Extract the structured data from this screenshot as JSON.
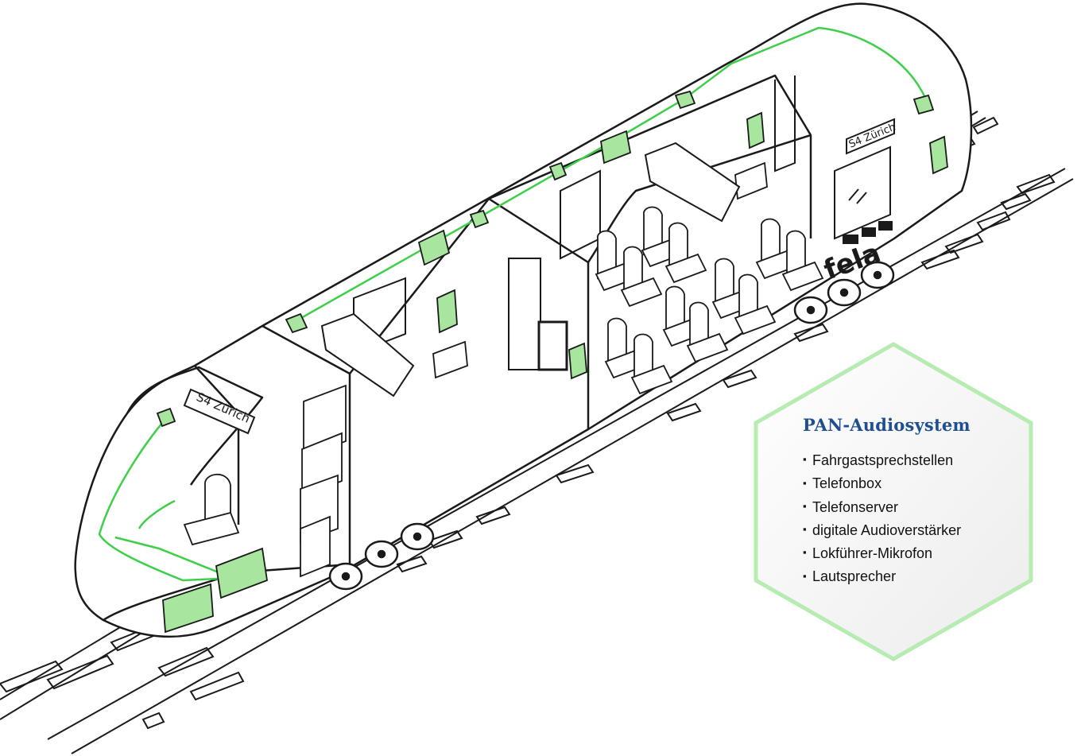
{
  "train": {
    "destination_front": "S4 Zürich",
    "destination_side": "S4 Zürich",
    "logo_text": "fela"
  },
  "info_box": {
    "title": "PAN-Audiosystem",
    "items": [
      "Fahrgastsprechstellen",
      "Telefonbox",
      "Telefonserver",
      "digitale Audioverstärker",
      "Lokführer-Mikrofon",
      "Lautsprecher"
    ]
  },
  "colors": {
    "line": "#1a1a1a",
    "cable": "#3ecf4a",
    "device_fill": "#a8e6a0",
    "hex_border": "#b6ecb0",
    "title": "#1f4f8f"
  }
}
